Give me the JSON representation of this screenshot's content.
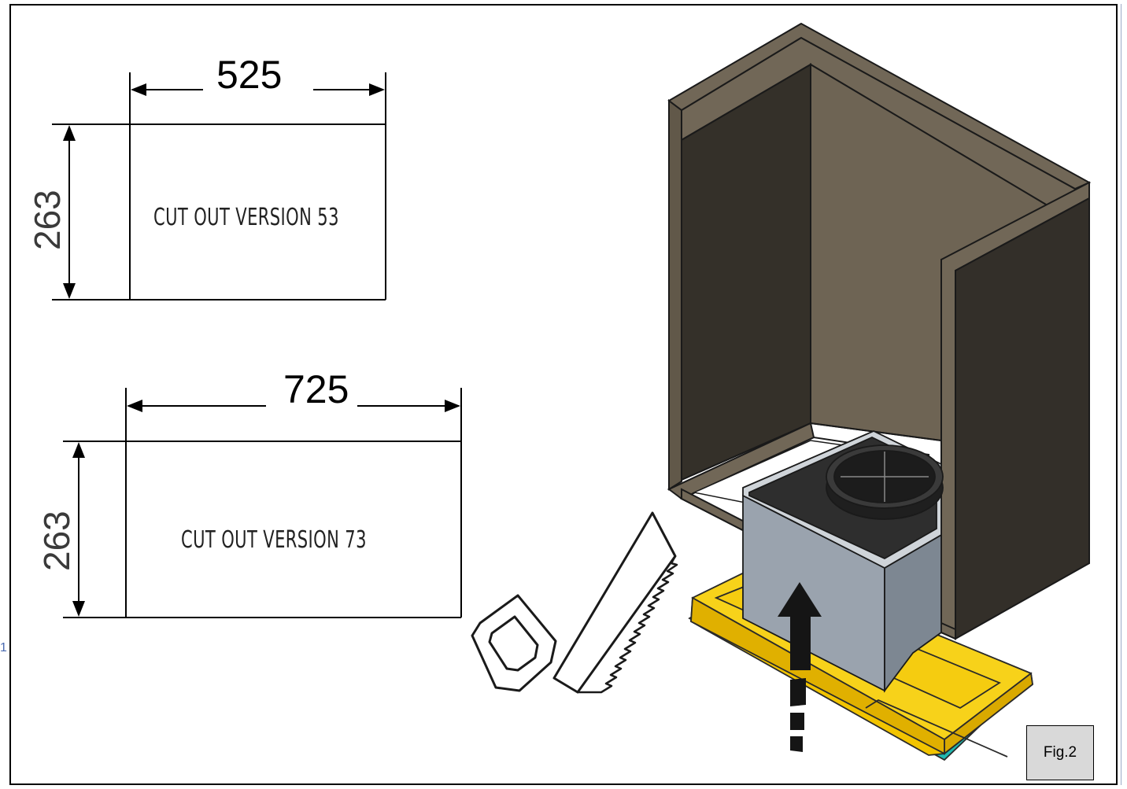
{
  "drawing_1": {
    "width_label": "525",
    "height_label": "263",
    "cutout_label": "CUT OUT VERSION 53"
  },
  "drawing_2": {
    "width_label": "725",
    "height_label": "263",
    "cutout_label": "CUT OUT VERSION 73"
  },
  "page_number": "1",
  "figure_label": "Fig.2",
  "colors": {
    "cabinet_outer": "#6b6256",
    "cabinet_inner": "#332f29",
    "frame_yellow": "#f2c400",
    "hood_body": "#9aa3ae",
    "hood_top": "#2a2a2a"
  }
}
